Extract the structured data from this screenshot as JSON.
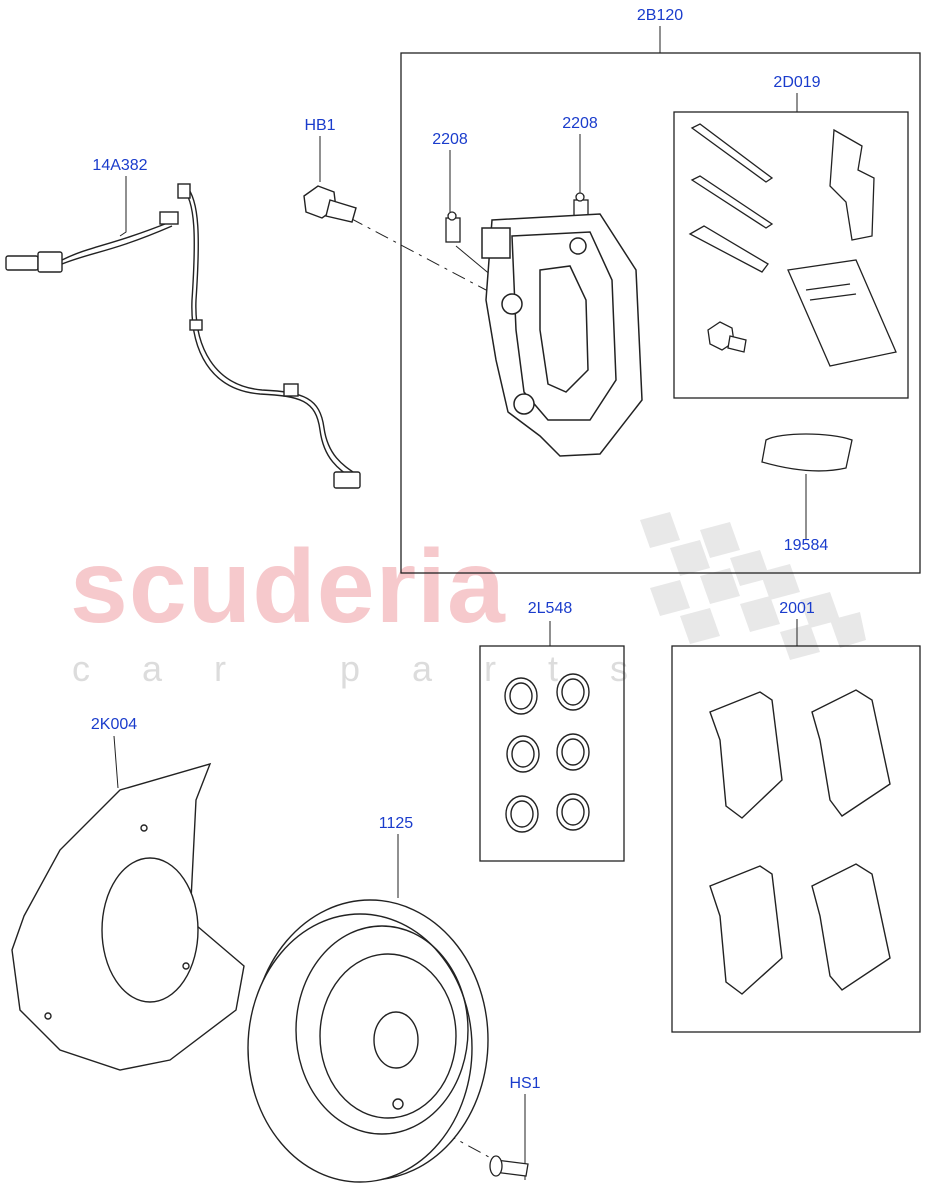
{
  "watermark": {
    "main": "scuderia",
    "sub": "car parts"
  },
  "callouts": {
    "caliper_assembly": "2B120",
    "pad_fitting_kit": "2D019",
    "bleed_screw_left": "2208",
    "bleed_screw_right": "2208",
    "caliper_bolt": "HB1",
    "wear_sensor": "14A382",
    "grease": "19584",
    "seal_kit": "2L548",
    "brake_pads": "2001",
    "splash_shield": "2K004",
    "brake_disc": "1125",
    "disc_screw": "HS1"
  },
  "colors": {
    "label": "#1a3ccc",
    "line": "#222222",
    "watermark_red": "#f6c9cc",
    "watermark_grey": "#dcdcdc"
  }
}
